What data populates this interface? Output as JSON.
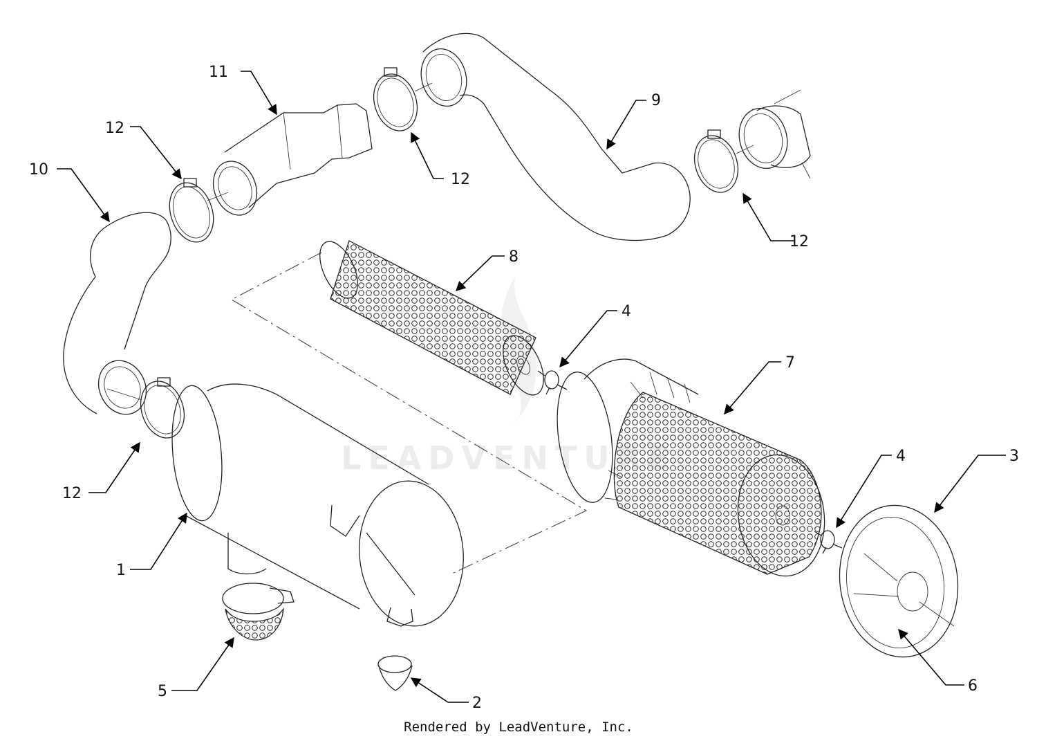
{
  "diagram": {
    "callouts": [
      {
        "id": "1",
        "label": "1"
      },
      {
        "id": "2",
        "label": "2"
      },
      {
        "id": "3",
        "label": "3"
      },
      {
        "id": "4a",
        "label": "4"
      },
      {
        "id": "4b",
        "label": "4"
      },
      {
        "id": "5",
        "label": "5"
      },
      {
        "id": "6",
        "label": "6"
      },
      {
        "id": "7",
        "label": "7"
      },
      {
        "id": "8",
        "label": "8"
      },
      {
        "id": "9",
        "label": "9"
      },
      {
        "id": "10",
        "label": "10"
      },
      {
        "id": "11",
        "label": "11"
      },
      {
        "id": "12a",
        "label": "12"
      },
      {
        "id": "12b",
        "label": "12"
      },
      {
        "id": "12c",
        "label": "12"
      },
      {
        "id": "12d",
        "label": "12"
      }
    ],
    "watermark": "LEADVENTURE",
    "footer": "Rendered by LeadVenture, Inc."
  },
  "colors": {
    "line": "#222222",
    "background": "#ffffff",
    "watermark": "#ececec"
  }
}
